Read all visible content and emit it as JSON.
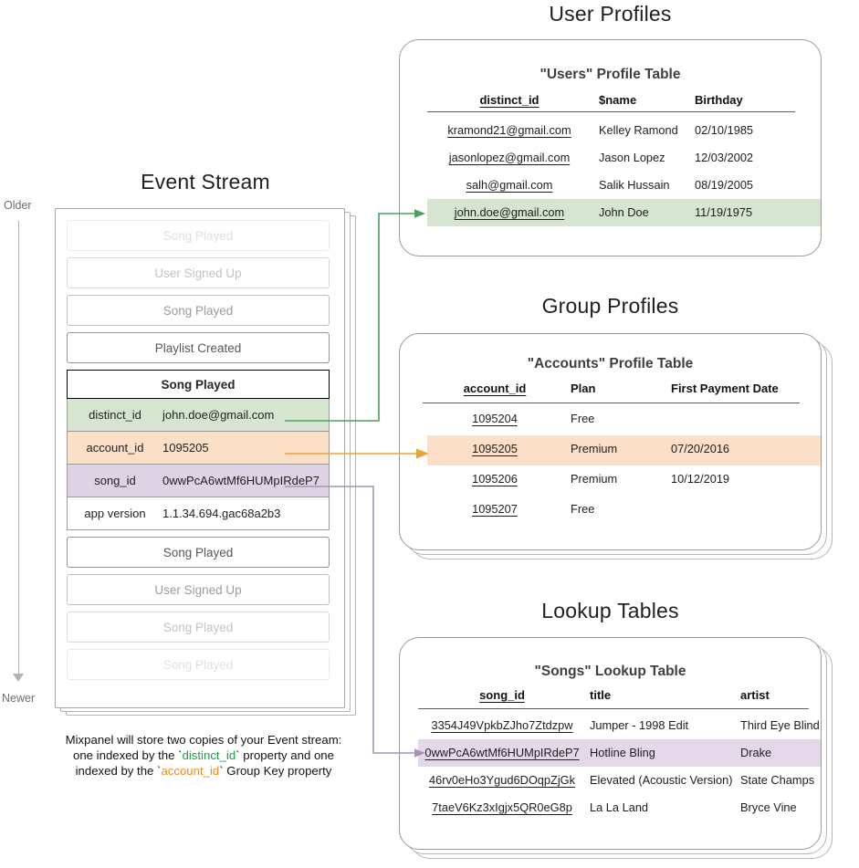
{
  "sections": {
    "event_stream_title": "Event Stream",
    "user_profiles_title": "User Profiles",
    "group_profiles_title": "Group Profiles",
    "lookup_tables_title": "Lookup Tables"
  },
  "time_axis": {
    "older": "Older",
    "newer": "Newer"
  },
  "event_stream": {
    "events_before": [
      {
        "label": "Song Played",
        "fade": "f-18"
      },
      {
        "label": "User Signed Up",
        "fade": "f-35"
      },
      {
        "label": "Song Played",
        "fade": "f-55"
      },
      {
        "label": "Playlist Created",
        "fade": "f-90"
      }
    ],
    "expanded_event": {
      "name": "Song Played",
      "properties": [
        {
          "key": "distinct_id",
          "value": "john.doe@gmail.com",
          "highlight": "green"
        },
        {
          "key": "account_id",
          "value": "1095205",
          "highlight": "orange"
        },
        {
          "key": "song_id",
          "value": "0wwPcA6wtMf6HUMpIRdeP7",
          "highlight": "purple"
        },
        {
          "key": "app version",
          "value": "1.1.34.694.gac68a2b3",
          "highlight": "plain"
        }
      ]
    },
    "events_after": [
      {
        "label": "Song Played",
        "fade": "f-90"
      },
      {
        "label": "User Signed Up",
        "fade": "f-55"
      },
      {
        "label": "Song Played",
        "fade": "f-35"
      },
      {
        "label": "Song Played",
        "fade": "f-18"
      }
    ]
  },
  "caption": {
    "line1": "Mixpanel will store two copies of your Event stream:",
    "line2_a": "one indexed by the `",
    "line2_token": "distinct_id",
    "line2_b": "` property and one",
    "line3_a": "indexed by the `",
    "line3_token": "account_id",
    "line3_b": "` Group Key property"
  },
  "users_table": {
    "title": "\"Users\" Profile Table",
    "columns": [
      "distinct_id",
      "$name",
      "Birthday"
    ],
    "rows": [
      {
        "cells": [
          "kramond21@gmail.com",
          "Kelley Ramond",
          "02/10/1985"
        ],
        "highlight": "none"
      },
      {
        "cells": [
          "jasonlopez@gmail.com",
          "Jason Lopez",
          "12/03/2002"
        ],
        "highlight": "none"
      },
      {
        "cells": [
          "salh@gmail.com",
          "Salik Hussain",
          "08/19/2005"
        ],
        "highlight": "none"
      },
      {
        "cells": [
          "john.doe@gmail.com",
          "John Doe",
          "11/19/1975"
        ],
        "highlight": "green"
      }
    ]
  },
  "accounts_table": {
    "title": "\"Accounts\" Profile Table",
    "columns": [
      "account_id",
      "Plan",
      "First Payment Date"
    ],
    "rows": [
      {
        "cells": [
          "1095204",
          "Free",
          ""
        ],
        "highlight": "none"
      },
      {
        "cells": [
          "1095205",
          "Premium",
          "07/20/2016"
        ],
        "highlight": "orange"
      },
      {
        "cells": [
          "1095206",
          "Premium",
          "10/12/2019"
        ],
        "highlight": "none"
      },
      {
        "cells": [
          "1095207",
          "Free",
          ""
        ],
        "highlight": "none"
      }
    ]
  },
  "songs_table": {
    "title": "\"Songs\" Lookup Table",
    "columns": [
      "song_id",
      "title",
      "artist"
    ],
    "rows": [
      {
        "cells": [
          "3354J49VpkbZJho7Ztdzpw",
          "Jumper - 1998 Edit",
          "Third Eye Blind"
        ],
        "highlight": "none"
      },
      {
        "cells": [
          "0wwPcA6wtMf6HUMpIRdeP7",
          "Hotline Bling",
          "Drake"
        ],
        "highlight": "purple"
      },
      {
        "cells": [
          "46rv0eHo3Ygud6DOqpZjGk",
          "Elevated (Acoustic Version)",
          "State Champs"
        ],
        "highlight": "none"
      },
      {
        "cells": [
          "7taeV6Kz3xIgjx5QR0eG8p",
          "La La Land",
          "Bryce Vine"
        ],
        "highlight": "none"
      }
    ]
  },
  "colors": {
    "green": "#4ca05e",
    "orange": "#e8a33d",
    "purple": "#a694b0",
    "green_fill": "#d5e5cf",
    "orange_fill": "#fbe0c7",
    "purple_fill": "#e4d7e9"
  }
}
